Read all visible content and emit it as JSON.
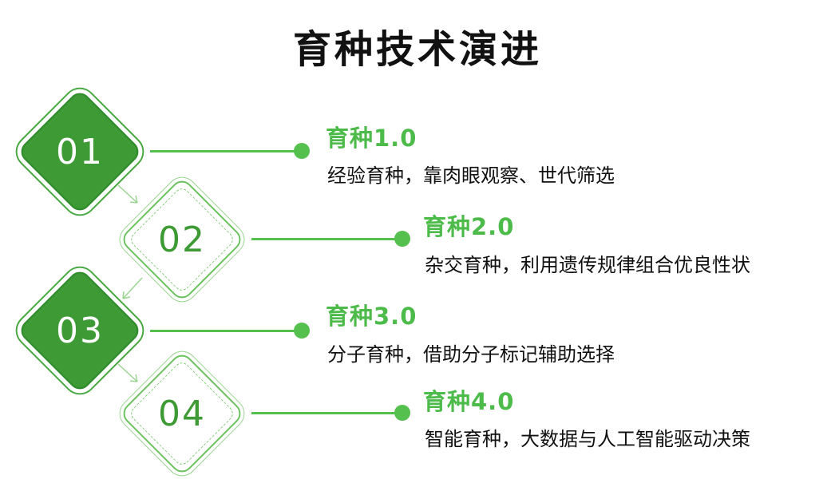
{
  "title": "育种技术演进",
  "colors": {
    "accent": "#4cbb4a",
    "dark_green": "#3d9a35",
    "light_green": "#7ccb70"
  },
  "stages": [
    {
      "number": "01",
      "title": "育种1.0",
      "description": "经验育种，靠肉眼观察、世代筛选",
      "style": "filled"
    },
    {
      "number": "02",
      "title": "育种2.0",
      "description": "杂交育种，利用遗传规律组合优良性状",
      "style": "outline"
    },
    {
      "number": "03",
      "title": "育种3.0",
      "description": "分子育种，借助分子标记辅助选择",
      "style": "filled"
    },
    {
      "number": "04",
      "title": "育种4.0",
      "description": "智能育种，大数据与人工智能驱动决策",
      "style": "outline"
    }
  ]
}
